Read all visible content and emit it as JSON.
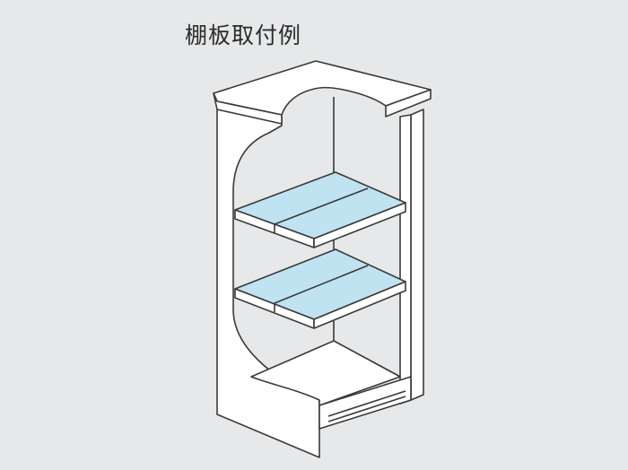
{
  "title": "棚板取付例",
  "colors": {
    "background": "#e6e8ea",
    "outline": "#3a3a3a",
    "cabinet_fill": "#ffffff",
    "shelf_top": "#bfe3f0",
    "shelf_edge": "#ffffff"
  },
  "illustration": {
    "subject": "corner-cabinet",
    "shelf_count": 2,
    "panels_per_shelf": 2
  }
}
